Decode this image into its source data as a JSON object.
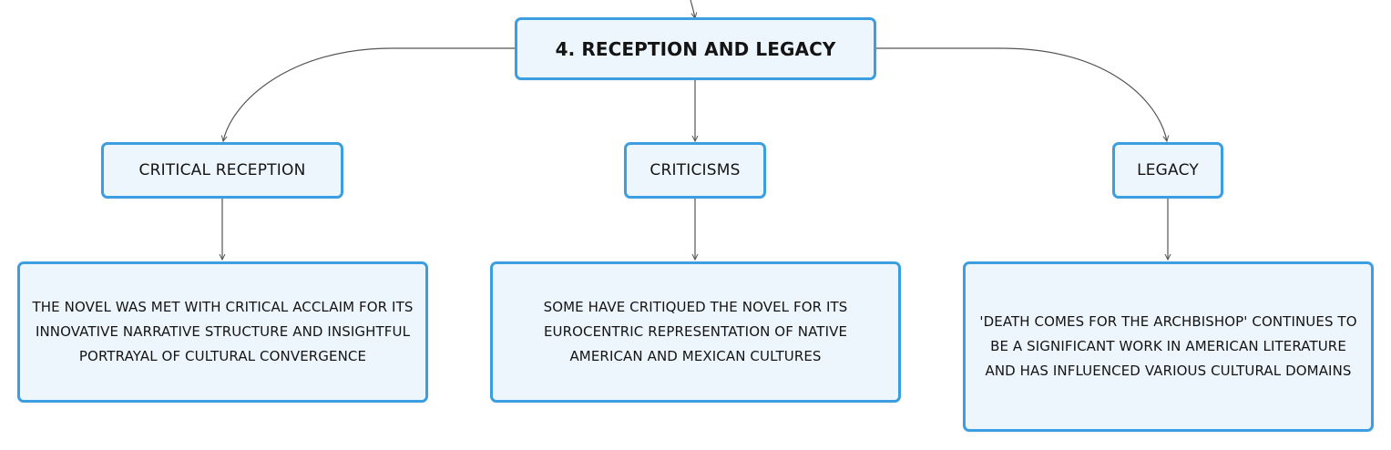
{
  "colors": {
    "node_border": "#3a9ee0",
    "node_fill": "#eef6fd",
    "connector": "#555555",
    "text": "#141414"
  },
  "root": {
    "label": "4. RECEPTION AND LEGACY"
  },
  "branches": [
    {
      "label": "CRITICAL RECEPTION",
      "detail": "THE NOVEL WAS MET WITH CRITICAL ACCLAIM FOR ITS INNOVATIVE NARRATIVE STRUCTURE AND INSIGHTFUL PORTRAYAL OF CULTURAL CONVERGENCE"
    },
    {
      "label": "CRITICISMS",
      "detail": "SOME HAVE CRITIQUED THE NOVEL FOR ITS EUROCENTRIC REPRESENTATION OF NATIVE AMERICAN AND MEXICAN CULTURES"
    },
    {
      "label": "LEGACY",
      "detail": "'DEATH COMES FOR THE ARCHBISHOP' CONTINUES TO BE A SIGNIFICANT WORK IN AMERICAN LITERATURE AND HAS INFLUENCED VARIOUS CULTURAL DOMAINS"
    }
  ]
}
